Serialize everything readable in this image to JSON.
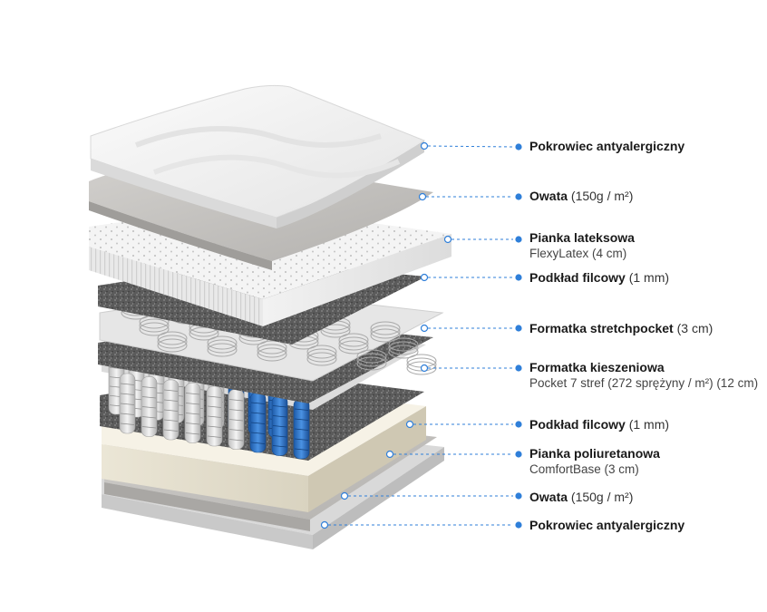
{
  "colors": {
    "accent": "#2f7fd9",
    "leader": "#2f7fd9",
    "spring_blue": "#2f72c8",
    "felt": "#5a5a5a",
    "foam": "#f3efe3"
  },
  "layers": [
    {
      "title": "Pokrowiec antyalergiczny",
      "spec": "",
      "sub": ""
    },
    {
      "title": "Owata",
      "spec": "(150g / m²)",
      "sub": ""
    },
    {
      "title": "Pianka lateksowa",
      "spec": "",
      "sub": "FlexyLatex (4 cm)"
    },
    {
      "title": "Podkład filcowy",
      "spec": "(1 mm)",
      "sub": ""
    },
    {
      "title": "Formatka stretchpocket",
      "spec": "(3 cm)",
      "sub": ""
    },
    {
      "title": "Formatka kieszeniowa",
      "spec": "",
      "sub": "Pocket 7 stref (272 sprężyny / m²) (12 cm)"
    },
    {
      "title": "Podkład filcowy",
      "spec": "(1 mm)",
      "sub": ""
    },
    {
      "title": "Pianka poliuretanowa",
      "spec": "",
      "sub": "ComfortBase (3 cm)"
    },
    {
      "title": "Owata",
      "spec": "(150g / m²)",
      "sub": ""
    },
    {
      "title": "Pokrowiec antyalergiczny",
      "spec": "",
      "sub": ""
    }
  ]
}
